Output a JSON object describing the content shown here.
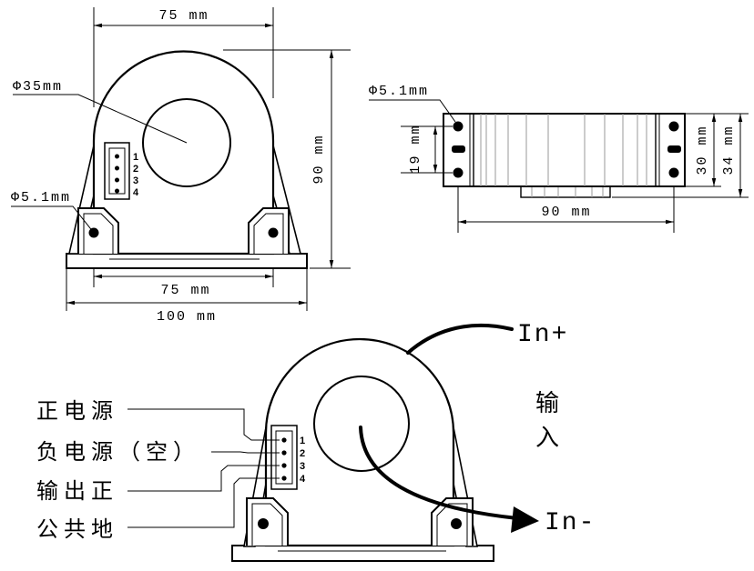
{
  "front_view": {
    "dim_top_width": "75 mm",
    "hole_diameter": "Φ35mm",
    "mount_hole_diameter": "Φ5.1mm",
    "pins": [
      "1",
      "2",
      "3",
      "4"
    ],
    "dim_height": "90 mm",
    "dim_mount_spacing": "75 mm",
    "dim_base_width": "100 mm"
  },
  "side_view": {
    "mount_hole_diameter": "Φ5.1mm",
    "dim_hole_spacing": "19 mm",
    "dim_body_height": "30 mm",
    "dim_total_height": "34 mm",
    "dim_length": "90 mm"
  },
  "wiring_view": {
    "pins": [
      "1",
      "2",
      "3",
      "4"
    ],
    "pin_labels": [
      "正电源",
      "负电源（空）",
      "输出正",
      "公共地"
    ],
    "input_positive": "In+",
    "input_negative": "In-",
    "input_label": [
      "输",
      "入"
    ]
  }
}
